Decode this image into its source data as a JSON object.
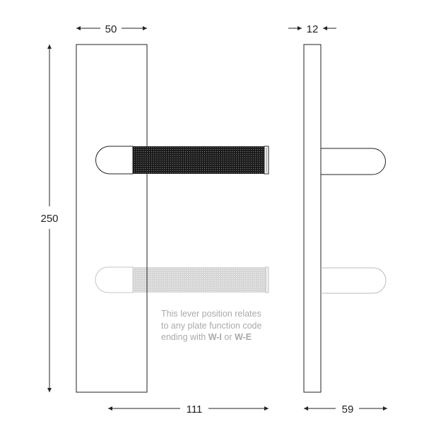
{
  "dimensions": {
    "plate_width": "50",
    "plate_depth": "12",
    "plate_height": "250",
    "lever_length": "111",
    "lever_projection": "59"
  },
  "note": {
    "line1": "This lever position relates",
    "line2": "to any plate function code",
    "line3_prefix": "ending with ",
    "code1": "W-I",
    "connector": " or ",
    "code2": "W-E"
  },
  "colors": {
    "line": "#222222",
    "knurl_dark": "#1a1a1a",
    "ghost": "#bbbbbb",
    "note_text": "#aaaaaa"
  }
}
